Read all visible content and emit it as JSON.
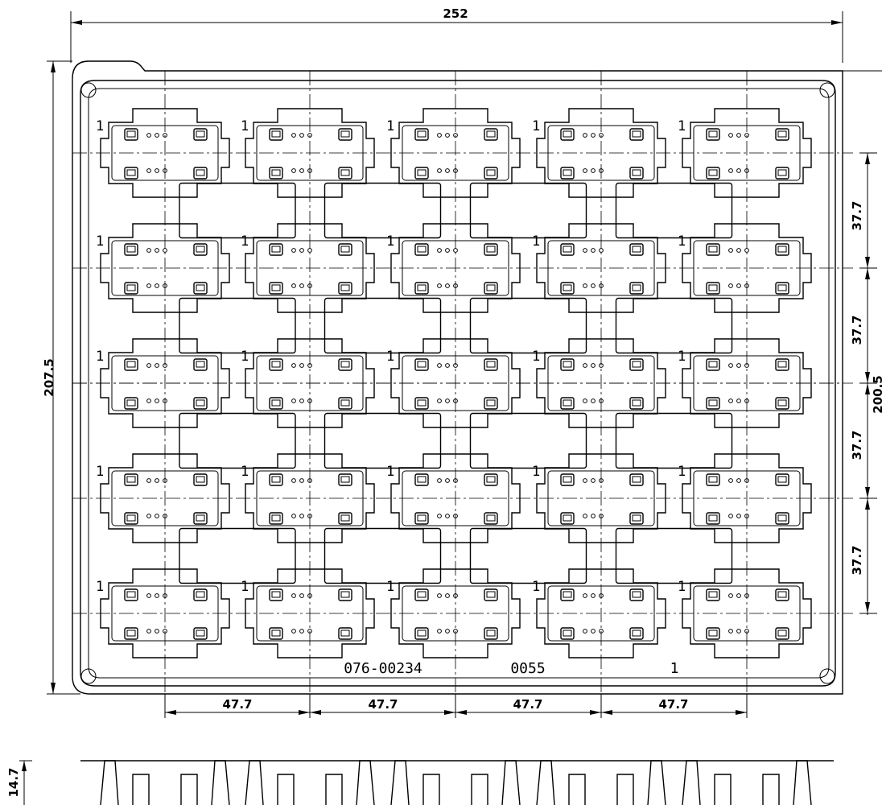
{
  "dimensions": {
    "overall_width": "252",
    "overall_height": "207.5",
    "right_height": "200.5",
    "row_pitch": "37.7",
    "col_pitch": "47.7",
    "depth": "14.7"
  },
  "markings": {
    "part_number": "076-00234",
    "code": "0055",
    "revision": "1",
    "pin_one": "1"
  },
  "grid": {
    "columns": 5,
    "rows": 5
  }
}
